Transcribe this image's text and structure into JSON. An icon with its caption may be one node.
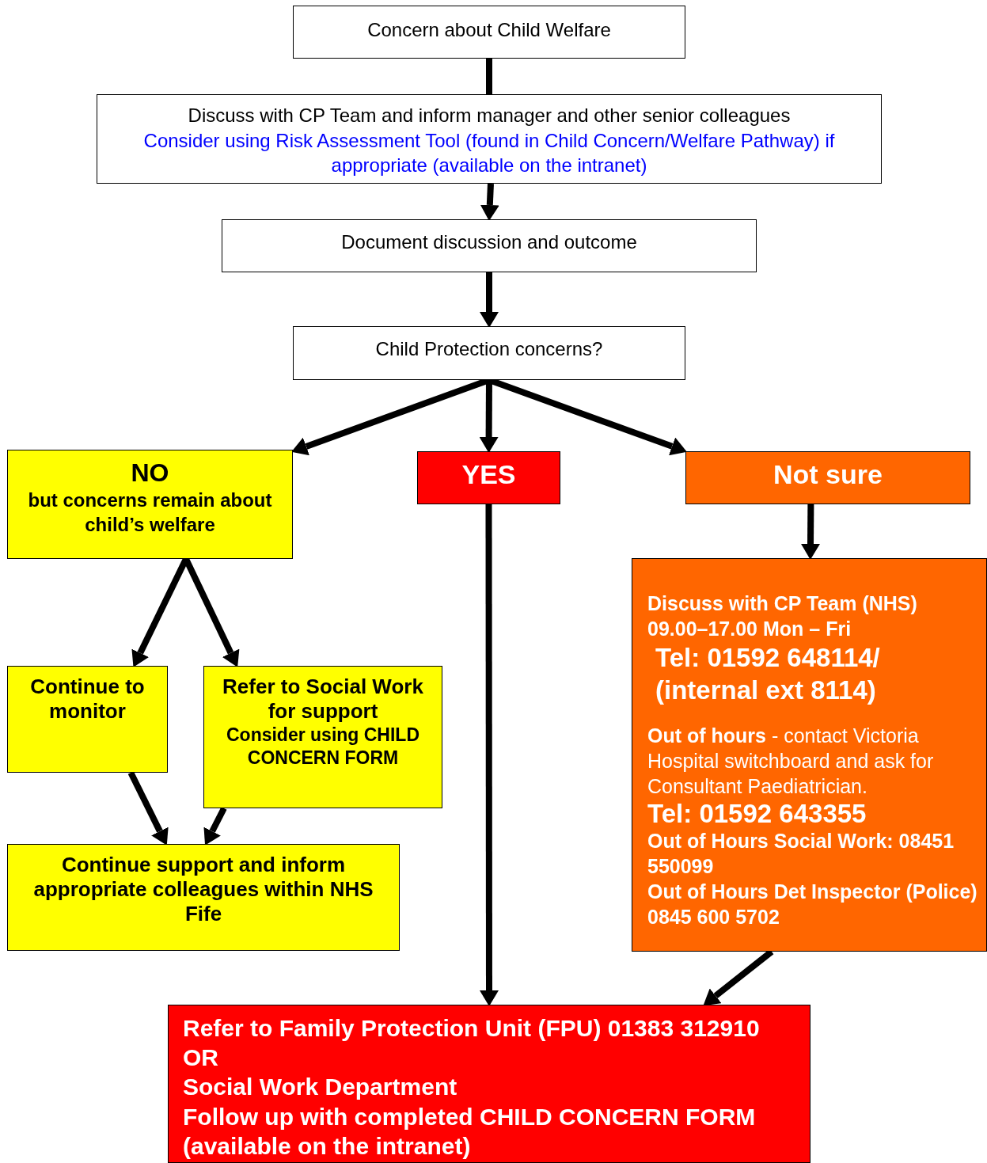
{
  "diagram": {
    "nodes": [
      {
        "text": [
          "Concern about Child Welfare"
        ]
      },
      {
        "text": [
          "Discuss with CP Team and inform manager and other senior colleagues",
          "Consider using Risk Assessment Tool (found in Child Concern/Welfare Pathway) if appropriate (available on the intranet)"
        ]
      },
      {
        "text": [
          "Document discussion and outcome"
        ]
      },
      {
        "text": [
          "Child Protection concerns?"
        ]
      },
      {
        "text": [
          "NO",
          "but concerns remain about child’s welfare"
        ]
      },
      {
        "text": [
          "YES"
        ]
      },
      {
        "text": [
          "Not sure"
        ]
      },
      {
        "text": [
          "Discuss with CP Team (NHS) 09.00–17.00 Mon – Fri",
          "Tel: 01592 648114/ (internal ext 8114)",
          "**Out of hours** - contact Victoria Hospital switchboard and ask for Consultant Paediatrician.",
          "Tel:  01592 643355",
          "Out of Hours Social Work: 08451 550099",
          "Out of Hours Det Inspector (Police) 0845 600 5702"
        ]
      },
      {
        "text": [
          "Continue to monitor"
        ]
      },
      {
        "text": [
          "Refer to Social Work for support",
          "Consider using CHILD CONCERN FORM"
        ]
      },
      {
        "text": [
          "Continue support and inform appropriate colleagues within NHS Fife"
        ]
      },
      {
        "text": [
          "Refer to Family Protection Unit (FPU) 01383 312910 OR",
          "Social Work Department",
          "Follow up with completed CHILD CONCERN FORM (available on the intranet)"
        ]
      }
    ],
    "edges": [
      {
        "from": 0,
        "to": 1,
        "arrow": "none"
      },
      {
        "from": 1,
        "to": 2,
        "arrow": "to"
      },
      {
        "from": 2,
        "to": 3,
        "arrow": "to"
      },
      {
        "from": 3,
        "to": 4,
        "arrow": "to"
      },
      {
        "from": 3,
        "to": 5,
        "arrow": "to"
      },
      {
        "from": 3,
        "to": 6,
        "arrow": "to"
      },
      {
        "from": 4,
        "to": 8,
        "arrow": "to"
      },
      {
        "from": 4,
        "to": 9,
        "arrow": "to"
      },
      {
        "from": 6,
        "to": 7,
        "arrow": "to"
      },
      {
        "from": 8,
        "to": 10,
        "arrow": "to"
      },
      {
        "from": 9,
        "to": 10,
        "arrow": "to"
      },
      {
        "from": 5,
        "to": 11,
        "arrow": "to"
      },
      {
        "from": 7,
        "to": 11,
        "arrow": "to"
      }
    ]
  }
}
